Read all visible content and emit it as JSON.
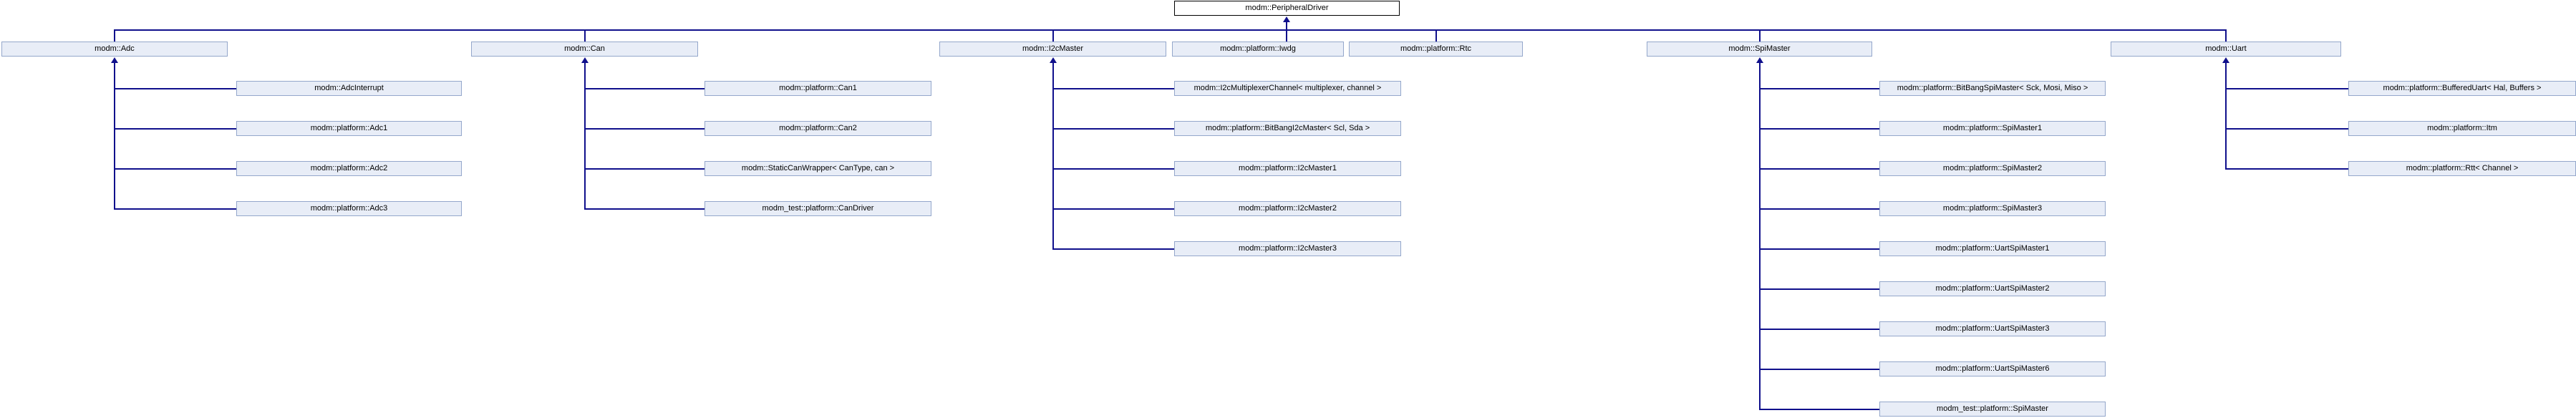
{
  "root": {
    "label": "modm::PeripheralDriver"
  },
  "colors": {
    "node_fill": "#e8edf7",
    "node_border": "#94a7cb",
    "root_fill": "#ffffff",
    "root_border": "#000000",
    "edge": "#10108c",
    "corner_marker": "#7690be",
    "background": "#ffffff"
  },
  "groups": [
    {
      "parent": {
        "label": "modm::Adc"
      },
      "children": [
        {
          "label": "modm::AdcInterrupt",
          "truncated": true
        },
        {
          "label": "modm::platform::Adc1",
          "truncated": true
        },
        {
          "label": "modm::platform::Adc2",
          "truncated": true
        },
        {
          "label": "modm::platform::Adc3",
          "truncated": true
        }
      ]
    },
    {
      "parent": {
        "label": "modm::Can"
      },
      "children": [
        {
          "label": "modm::platform::Can1",
          "truncated": false
        },
        {
          "label": "modm::platform::Can2",
          "truncated": false
        },
        {
          "label": "modm::StaticCanWrapper< CanType, can >",
          "truncated": false
        },
        {
          "label": "modm_test::platform::CanDriver",
          "truncated": false
        }
      ]
    },
    {
      "parent": {
        "label": "modm::I2cMaster"
      },
      "children": [
        {
          "label": "modm::I2cMultiplexerChannel< multiplexer, channel >",
          "truncated": false
        },
        {
          "label": "modm::platform::BitBangI2cMaster< Scl, Sda >",
          "truncated": false
        },
        {
          "label": "modm::platform::I2cMaster1",
          "truncated": false
        },
        {
          "label": "modm::platform::I2cMaster2",
          "truncated": false
        },
        {
          "label": "modm::platform::I2cMaster3",
          "truncated": false
        }
      ]
    },
    {
      "parent": {
        "label": "modm::platform::Iwdg"
      },
      "children": []
    },
    {
      "parent": {
        "label": "modm::platform::Rtc"
      },
      "children": []
    },
    {
      "parent": {
        "label": "modm::SpiMaster"
      },
      "children": [
        {
          "label": "modm::platform::BitBangSpiMaster< Sck, Mosi, Miso >",
          "truncated": false
        },
        {
          "label": "modm::platform::SpiMaster1",
          "truncated": true
        },
        {
          "label": "modm::platform::SpiMaster2",
          "truncated": true
        },
        {
          "label": "modm::platform::SpiMaster3",
          "truncated": true
        },
        {
          "label": "modm::platform::UartSpiMaster1",
          "truncated": false
        },
        {
          "label": "modm::platform::UartSpiMaster2",
          "truncated": false
        },
        {
          "label": "modm::platform::UartSpiMaster3",
          "truncated": false
        },
        {
          "label": "modm::platform::UartSpiMaster6",
          "truncated": false
        },
        {
          "label": "modm_test::platform::SpiMaster",
          "truncated": true
        }
      ]
    },
    {
      "parent": {
        "label": "modm::Uart"
      },
      "children": [
        {
          "label": "modm::platform::BufferedUart< Hal, Buffers >",
          "truncated": false
        },
        {
          "label": "modm::platform::Itm",
          "truncated": false
        },
        {
          "label": "modm::platform::Rtt< Channel >",
          "truncated": false
        }
      ]
    }
  ]
}
